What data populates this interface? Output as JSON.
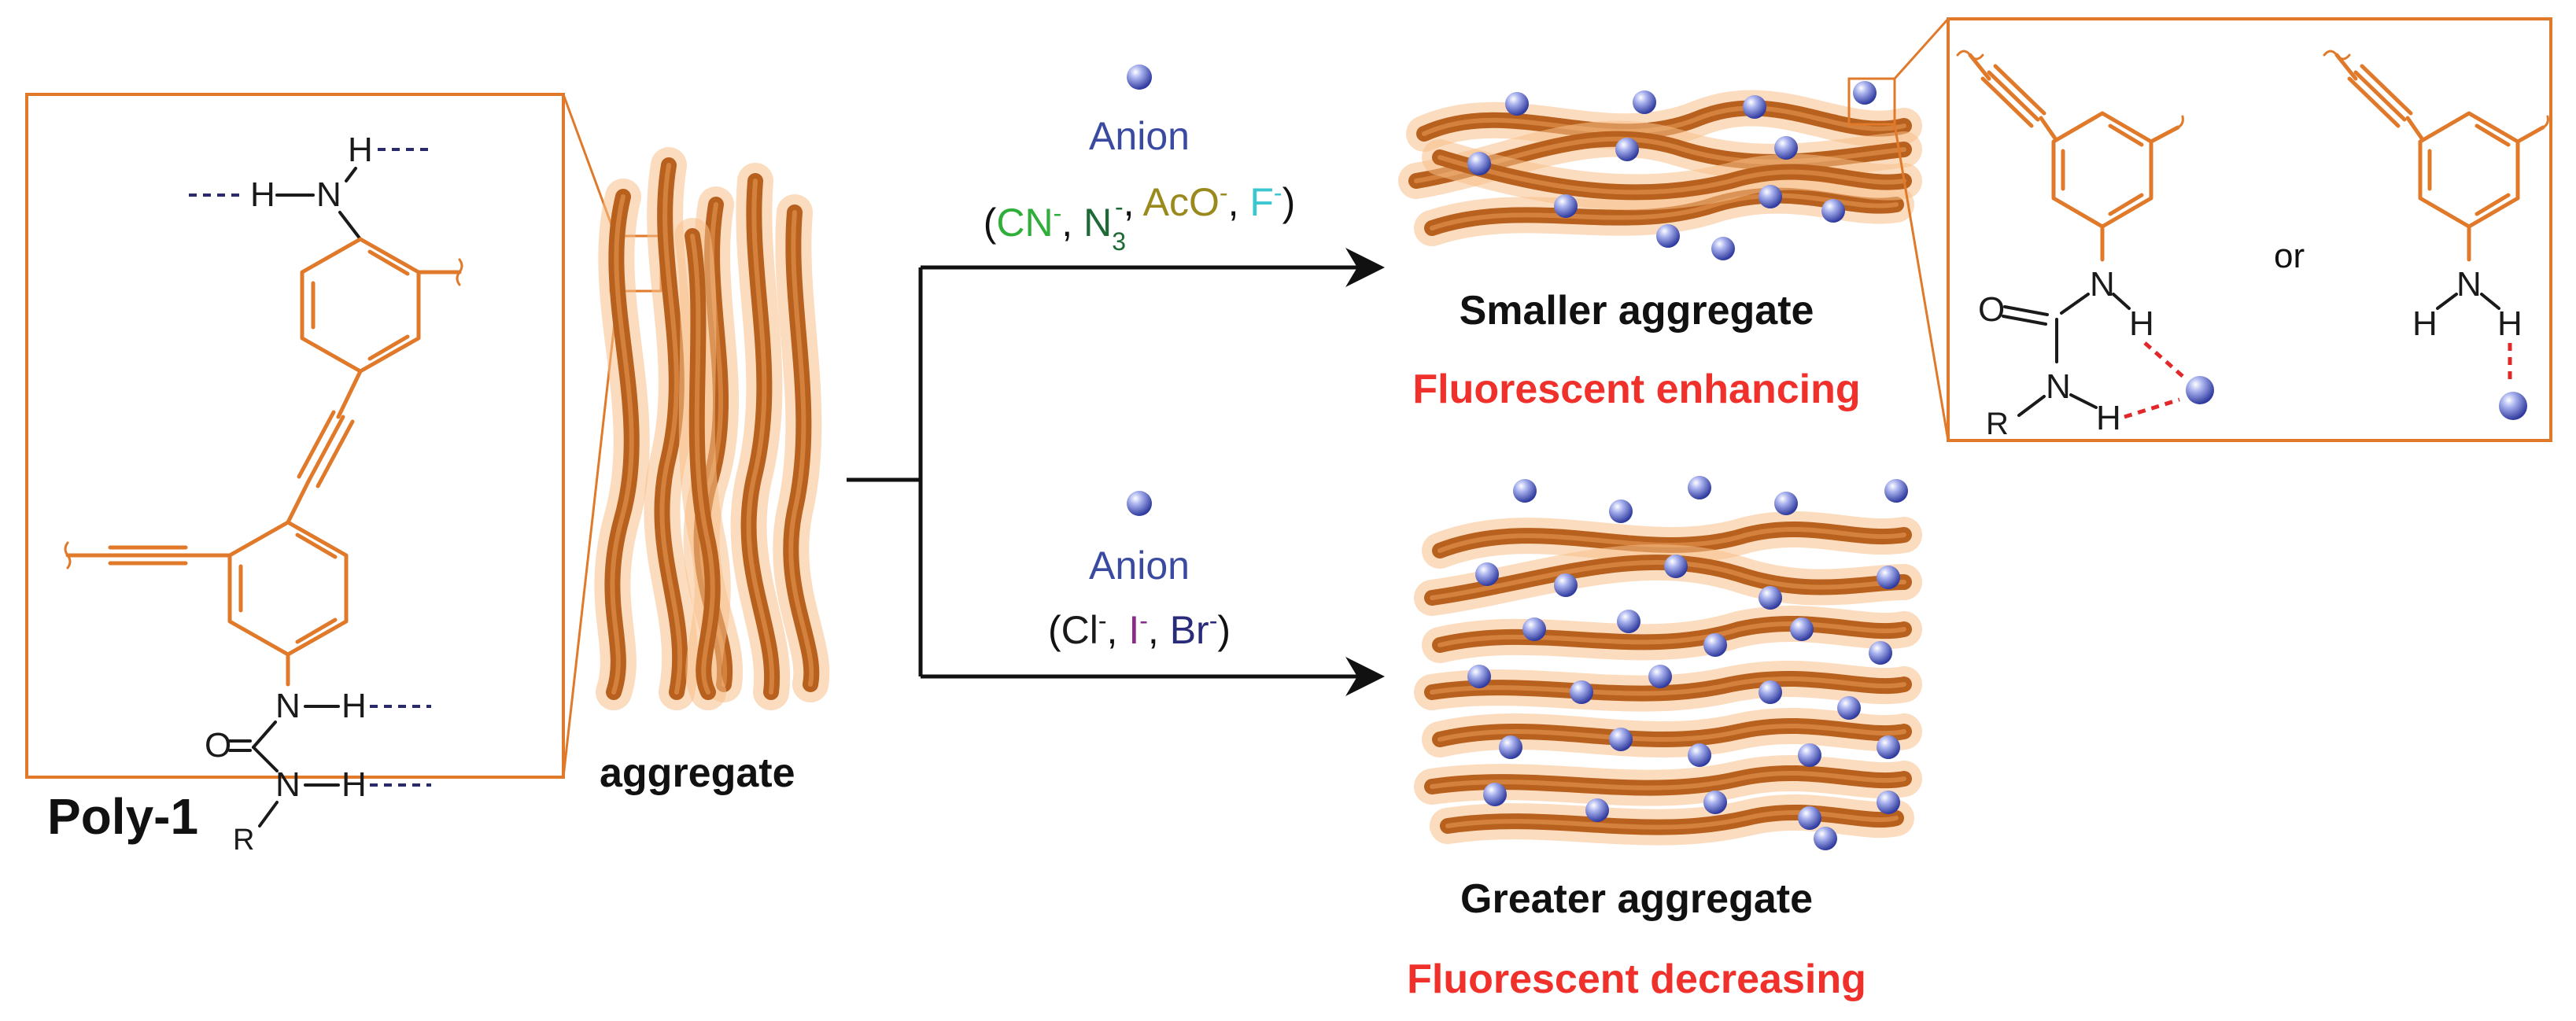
{
  "labels": {
    "poly": "Poly-1",
    "aggregate": "aggregate",
    "anion_top": "Anion",
    "anion_bottom": "Anion",
    "smaller_aggregate": "Smaller aggregate",
    "greater_aggregate": "Greater aggregate",
    "fluor_enhancing": "Fluorescent  enhancing",
    "fluor_decreasing": "Fluorescent  decreasing",
    "or": "or"
  },
  "anions_top": [
    {
      "base": "CN",
      "sup": "-",
      "sub": "",
      "color": "#2fae3a"
    },
    {
      "base": "N",
      "sup": "-",
      "sub": "3",
      "color": "#1e6a36"
    },
    {
      "base": "AcO",
      "sup": "-",
      "sub": "",
      "color": "#9a8a1e"
    },
    {
      "base": "F",
      "sup": "-",
      "sub": "",
      "color": "#3cc6cf"
    }
  ],
  "anions_bottom": [
    {
      "base": "Cl",
      "sup": "-",
      "sub": "",
      "color": "#1a1a1a"
    },
    {
      "base": "I",
      "sup": "-",
      "sub": "",
      "color": "#8a2a8a"
    },
    {
      "base": "Br",
      "sup": "-",
      "sub": "",
      "color": "#2a2a7a"
    }
  ],
  "colors": {
    "fiber": "#b8601e",
    "accent_orange": "#e07a2a",
    "anion_label": "#3a4aa0",
    "fluorescent": "#f0302a",
    "ball": "#5a66c8"
  }
}
